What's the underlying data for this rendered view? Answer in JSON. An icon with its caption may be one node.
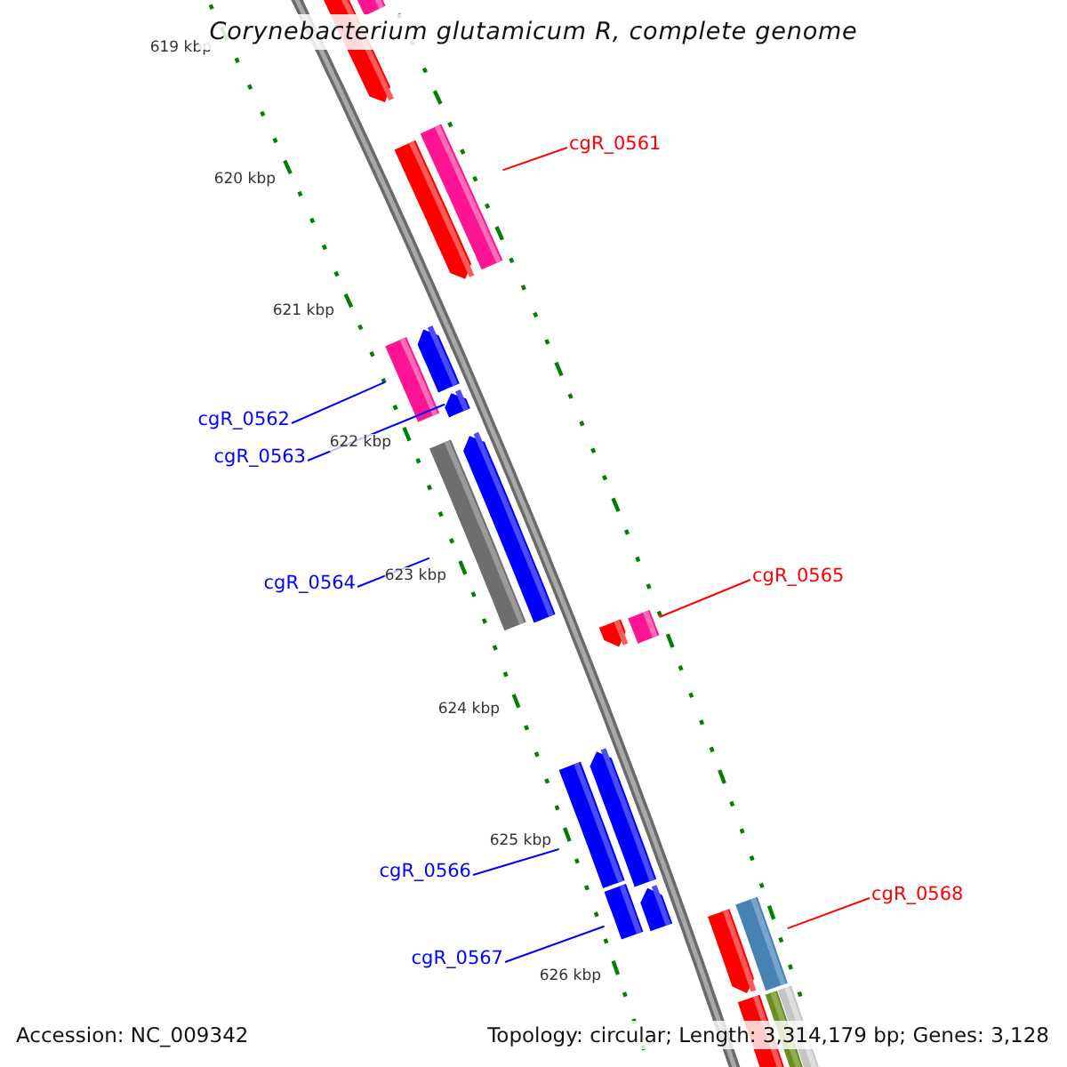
{
  "diagram": {
    "title": "Corynebacterium glutamicum R, complete genome",
    "nodes": [
      {
        "text": [
          "cgR_0561"
        ]
      },
      {
        "text": [],
        "shape": "bar"
      },
      {
        "text": [
          "cgR_0562"
        ]
      },
      {
        "text": [],
        "shape": "bar"
      },
      {
        "text": [
          "cgR_0563"
        ]
      },
      {
        "text": [],
        "shape": "bar"
      },
      {
        "text": [
          "cgR_0564"
        ]
      },
      {
        "text": [],
        "shape": "bar"
      },
      {
        "text": [
          "cgR_0565"
        ]
      },
      {
        "text": [],
        "shape": "bar"
      },
      {
        "text": [
          "cgR_0566"
        ]
      },
      {
        "text": [],
        "shape": "bar"
      },
      {
        "text": [
          "cgR_0567"
        ]
      },
      {
        "text": [],
        "shape": "bar"
      },
      {
        "text": [
          "cgR_0568"
        ]
      },
      {
        "text": [],
        "shape": "bar"
      }
    ],
    "edges": [
      {
        "from": 0,
        "to": 1,
        "arrow": "none",
        "color": "#ff0000"
      },
      {
        "from": 2,
        "to": 3,
        "arrow": "none"
      },
      {
        "from": 4,
        "to": 5,
        "arrow": "none"
      },
      {
        "from": 6,
        "to": 7,
        "arrow": "none"
      },
      {
        "from": 8,
        "to": 9,
        "arrow": "none",
        "color": "#ff0000"
      },
      {
        "from": 10,
        "to": 11,
        "arrow": "none"
      },
      {
        "from": 12,
        "to": 13,
        "arrow": "none"
      },
      {
        "from": 14,
        "to": 15,
        "arrow": "none",
        "color": "#ff0000"
      }
    ],
    "labels": [
      "619 kbp",
      "620 kbp",
      "621 kbp",
      "622 kbp",
      "623 kbp",
      "624 kbp",
      "625 kbp",
      "626 kbp",
      "Accession: NC_009342",
      "Topology: circular; Length: 3,314,179 bp; Genes: 3,128"
    ]
  }
}
